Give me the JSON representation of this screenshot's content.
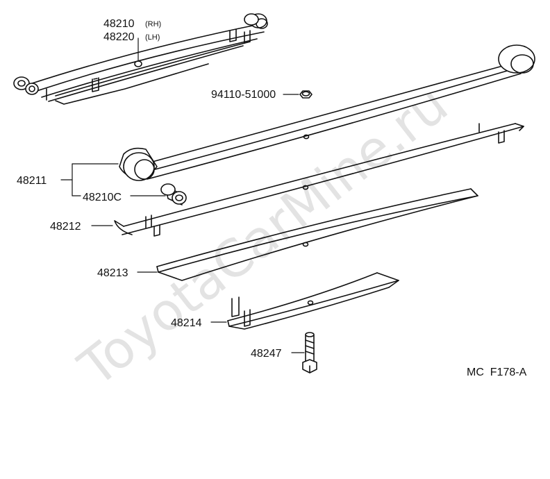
{
  "watermark": "ToyotaCarMine.ru",
  "reference_code": "MC  F178-A",
  "labels": {
    "assembly_main": "48210",
    "assembly_main_side": "(RH)",
    "assembly_alt": "48220",
    "assembly_alt_side": "(LH)",
    "nut": "94110-51000",
    "main_leaf": "48211",
    "bushing": "48210C",
    "leaf_2": "48212",
    "leaf_3": "48213",
    "leaf_4": "48214",
    "center_bolt": "48247"
  },
  "colors": {
    "line": "#111111",
    "background": "#ffffff",
    "watermark": "#e3e3e3"
  }
}
